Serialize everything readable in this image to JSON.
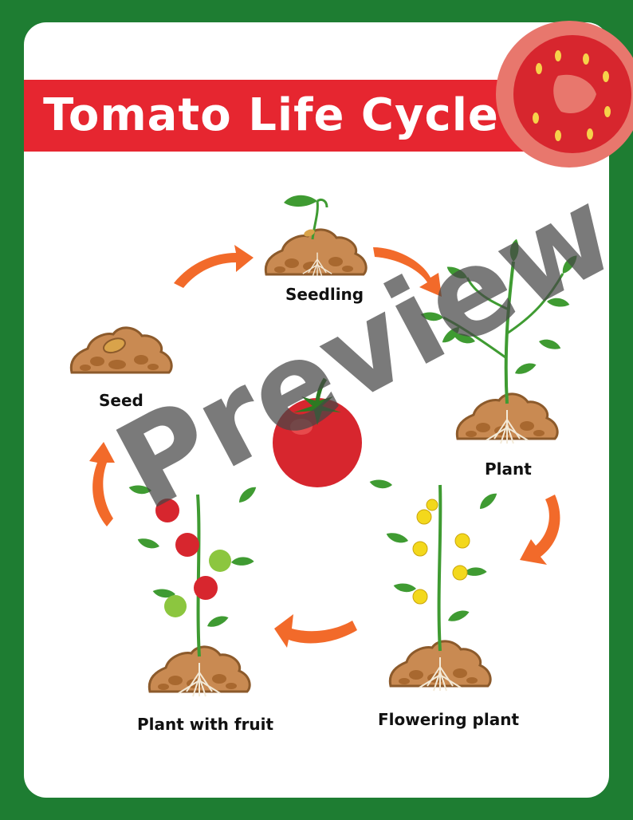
{
  "title": "Tomato Life Cycle",
  "watermark": "Preview",
  "stages": [
    {
      "label": "Seed"
    },
    {
      "label": "Seedling"
    },
    {
      "label": "Plant"
    },
    {
      "label": "Flowering plant"
    },
    {
      "label": "Plant with fruit"
    }
  ],
  "colors": {
    "background": "#1e7d32",
    "banner": "#e62630",
    "arrow": "#f26a2a",
    "soil": "#c98a52",
    "leaf": "#3f9b32",
    "flower": "#f3d81c",
    "tomato_ripe": "#d7262e",
    "tomato_unripe": "#8cc63f"
  },
  "icons": [
    "tomato-slice-icon",
    "tomato-icon",
    "arrow-icon",
    "soil-mound-icon"
  ]
}
